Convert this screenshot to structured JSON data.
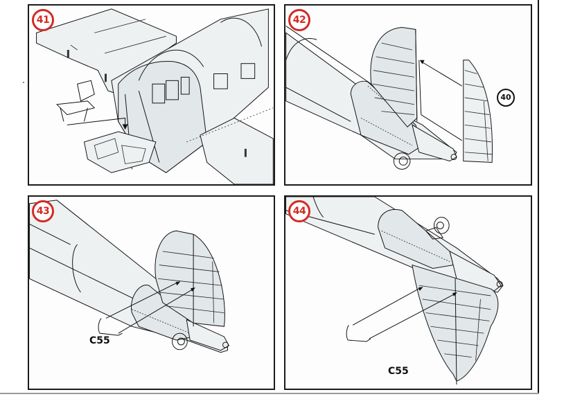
{
  "document": {
    "type": "assembly-instructions-page",
    "steps": [
      {
        "number": "41",
        "title_color": "#d42a24"
      },
      {
        "number": "42",
        "part_refs": [
          "40"
        ]
      },
      {
        "number": "43",
        "part_labels": [
          "C55"
        ]
      },
      {
        "number": "44",
        "part_labels": [
          "C55"
        ]
      }
    ]
  },
  "colors": {
    "step_circle": "#d42a24",
    "line": "#111111",
    "panel_fill": "#fdfdfd"
  }
}
